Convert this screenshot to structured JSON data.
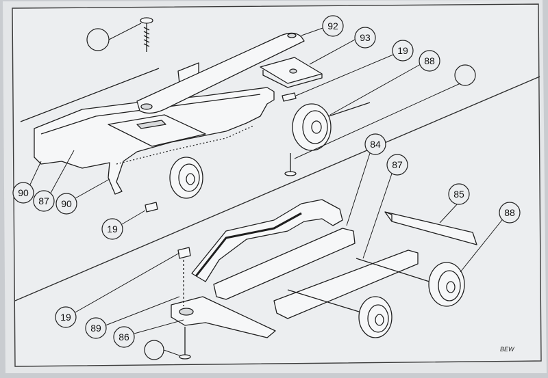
{
  "diagram": {
    "callouts": [
      {
        "id": "c92",
        "label": "92"
      },
      {
        "id": "c93",
        "label": "93"
      },
      {
        "id": "c19a",
        "label": "19"
      },
      {
        "id": "c88a",
        "label": "88"
      },
      {
        "id": "c90a",
        "label": "90"
      },
      {
        "id": "c87a",
        "label": "87"
      },
      {
        "id": "c90b",
        "label": "90"
      },
      {
        "id": "c19b",
        "label": "19"
      },
      {
        "id": "c84",
        "label": "84"
      },
      {
        "id": "c87b",
        "label": "87"
      },
      {
        "id": "c85",
        "label": "85"
      },
      {
        "id": "c88b",
        "label": "88"
      },
      {
        "id": "c19c",
        "label": "19"
      },
      {
        "id": "c89",
        "label": "89"
      },
      {
        "id": "c86",
        "label": "86"
      }
    ],
    "signature": "BEW"
  }
}
